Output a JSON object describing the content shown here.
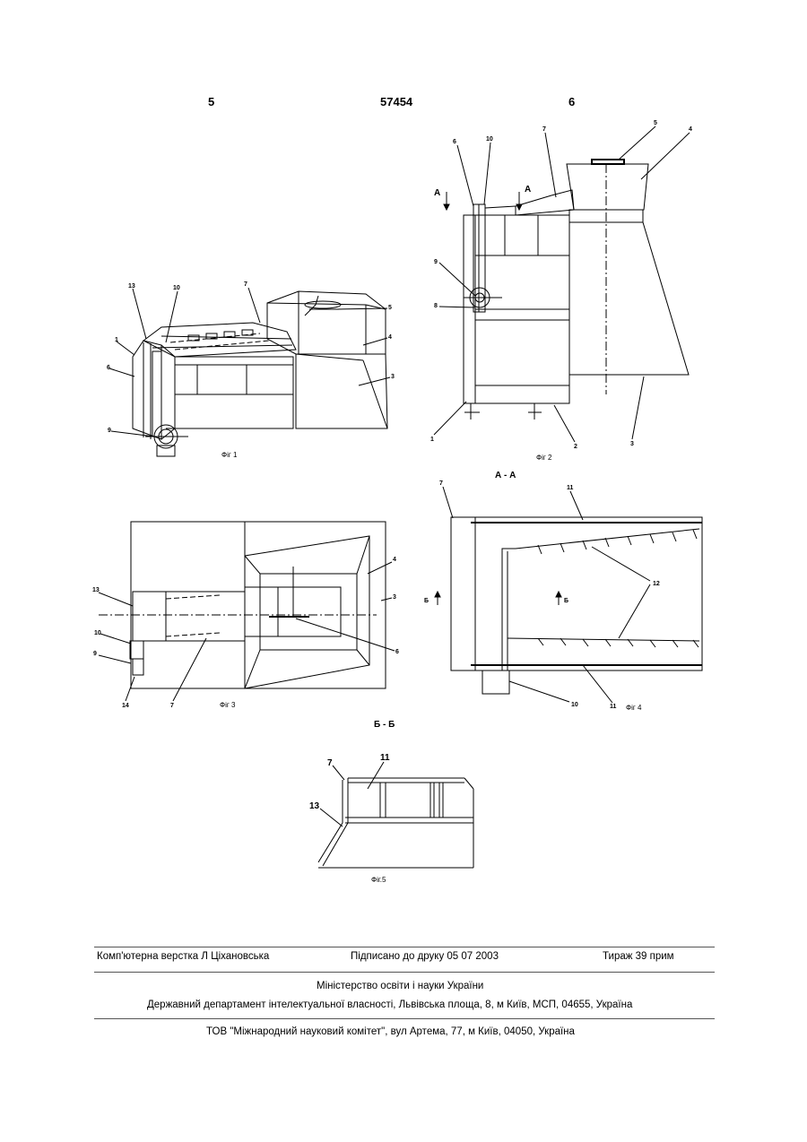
{
  "header": {
    "page_left": "5",
    "patent_number": "57454",
    "page_right": "6"
  },
  "figures": {
    "fig1": {
      "caption": "Фіг 1",
      "labels": [
        "13",
        "10",
        "7",
        "5",
        "4",
        "3",
        "1",
        "6",
        "9"
      ]
    },
    "fig2": {
      "caption": "Фіг 2",
      "labels": [
        "6",
        "10",
        "7",
        "5",
        "4",
        "9",
        "8",
        "1",
        "2",
        "3"
      ],
      "section_marks": [
        "А",
        "А"
      ]
    },
    "fig3": {
      "caption": "Фіг 3",
      "labels": [
        "13",
        "10",
        "9",
        "14",
        "7",
        "4",
        "3",
        "6"
      ]
    },
    "fig4": {
      "title": "А - А",
      "caption": "Фіг 4",
      "labels": [
        "7",
        "11",
        "12",
        "10",
        "11"
      ],
      "section_marks": [
        "Б",
        "Б"
      ]
    },
    "fig5": {
      "title": "Б - Б",
      "caption": "Фіг.5",
      "labels": [
        "7",
        "11",
        "13"
      ]
    }
  },
  "footer": {
    "layout": "Комп'ютерна верстка Л  Ціхановська",
    "signed": "Підписано до друку 05 07 2003",
    "print_run": "Тираж 39 прим",
    "ministry": "Міністерство освіти і науки України",
    "department": "Державний департамент інтелектуальної власності, Львівська площа, 8, м  Київ, МСП, 04655, Україна",
    "publisher": "ТОВ \"Міжнародний науковий комітет\", вул  Артема, 77, м  Київ, 04050, Україна"
  }
}
